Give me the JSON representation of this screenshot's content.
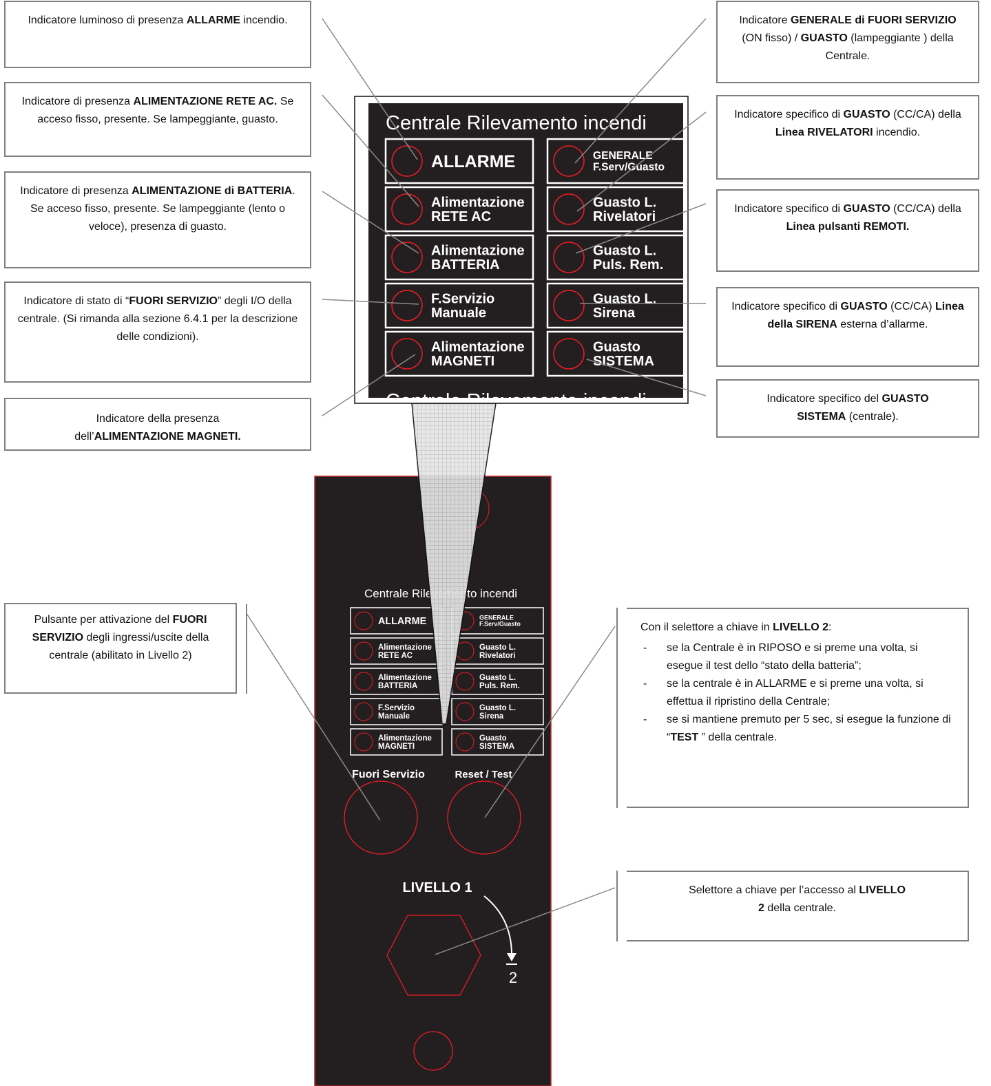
{
  "panel": {
    "title": "Centrale Rilevamento incendi",
    "leds_left": [
      {
        "l1": "ALLARME",
        "l2": ""
      },
      {
        "l1": "Alimentazione",
        "l2": "RETE AC"
      },
      {
        "l1": "Alimentazione",
        "l2": "BATTERIA"
      },
      {
        "l1": "F.Servizio",
        "l2": "Manuale"
      },
      {
        "l1": "Alimentazione",
        "l2": "MAGNETI"
      }
    ],
    "leds_right": [
      {
        "l1": "GENERALE",
        "l2": "F.Serv/Guasto"
      },
      {
        "l1": "Guasto L.",
        "l2": "Rivelatori"
      },
      {
        "l1": "Guasto L.",
        "l2": "Puls. Rem."
      },
      {
        "l1": "Guasto L.",
        "l2": "Sirena"
      },
      {
        "l1": "Guasto",
        "l2": "SISTEMA"
      }
    ],
    "button_fuori": "Fuori Servizio",
    "button_reset": "Reset / Test",
    "level1": "LIVELLO 1",
    "level2": "2",
    "zoom_title_partial": "Centrale Rilevamento incendi"
  },
  "callouts": {
    "allarme": {
      "a": "Indicatore luminoso di presenza ",
      "b": "ALLARME",
      "c": " incendio."
    },
    "rete": {
      "a": "Indicatore di presenza ",
      "b": "ALIMENTAZIONE RETE AC.",
      "c": "  Se acceso fisso, presente.   Se lampeggiante, guasto."
    },
    "batteria": {
      "a": "Indicatore di presenza ",
      "b": "ALIMENTAZIONE di BATTERIA",
      "c": ".  Se acceso fisso, presente. Se lampeggiante (lento o veloce), presenza di guasto."
    },
    "fuori": {
      "a": "Indicatore di stato di “",
      "b": "FUORI SERVIZIO",
      "c": "” degli I/O della centrale. (Si rimanda alla sezione 6.4.1 per la descrizione delle condizioni)."
    },
    "magneti": {
      "a": "Indicatore della presenza dell’",
      "b": "ALIMENTAZIONE MAGNETI."
    },
    "generale": {
      "a": "Indicatore ",
      "b": "GENERALE di FUORI SERVIZIO",
      "c": " (ON fisso) / ",
      "d": "GUASTO",
      "e": " (lampeggiante ) della Centrale."
    },
    "rivelatori": {
      "a": "Indicatore specifico di ",
      "b": "GUASTO",
      "c": " (CC/CA) della ",
      "d": "Linea RIVELATORI",
      "e": " incendio."
    },
    "pulsanti": {
      "a": "Indicatore specifico di ",
      "b": "GUASTO",
      "c": " (CC/CA) della ",
      "d": "Linea pulsanti REMOTI."
    },
    "sirena": {
      "a": "Indicatore specifico di ",
      "b": "GUASTO",
      "c": " (CC/CA) ",
      "d": "Linea della SIRENA",
      "e": " esterna d’allarme."
    },
    "sistema": {
      "a": "Indicatore specifico del ",
      "b": "GUASTO SISTEMA",
      "c": " (centrale)."
    },
    "pulsante_fs": {
      "a": "Pulsante per attivazione del ",
      "b": "FUORI SERVIZIO",
      "c": " degli ingressi/uscite della centrale (abilitato in Livello 2)"
    },
    "livello2": {
      "a": "Con il selettore a chiave in ",
      "b": "LIVELLO 2",
      "c": ":",
      "i1": "se la Centrale è in RIPOSO e si preme una volta, si esegue  il test dello “stato della batteria”;",
      "i2": "se la centrale è in ALLARME e si preme una volta, si effettua il ripristino della Centrale;",
      "i3a": "se si mantiene premuto per 5 sec,  si esegue la funzione di “",
      "i3b": "TEST",
      "i3c": " ” della centrale."
    },
    "selettore": {
      "a": "Selettore a chiave per l’accesso al ",
      "b": "LIVELLO 2",
      "c": " della centrale."
    }
  },
  "colors": {
    "panel_bg": "#231f20",
    "led_ring": "#ed1c24",
    "frame": "#7f7f7f"
  }
}
